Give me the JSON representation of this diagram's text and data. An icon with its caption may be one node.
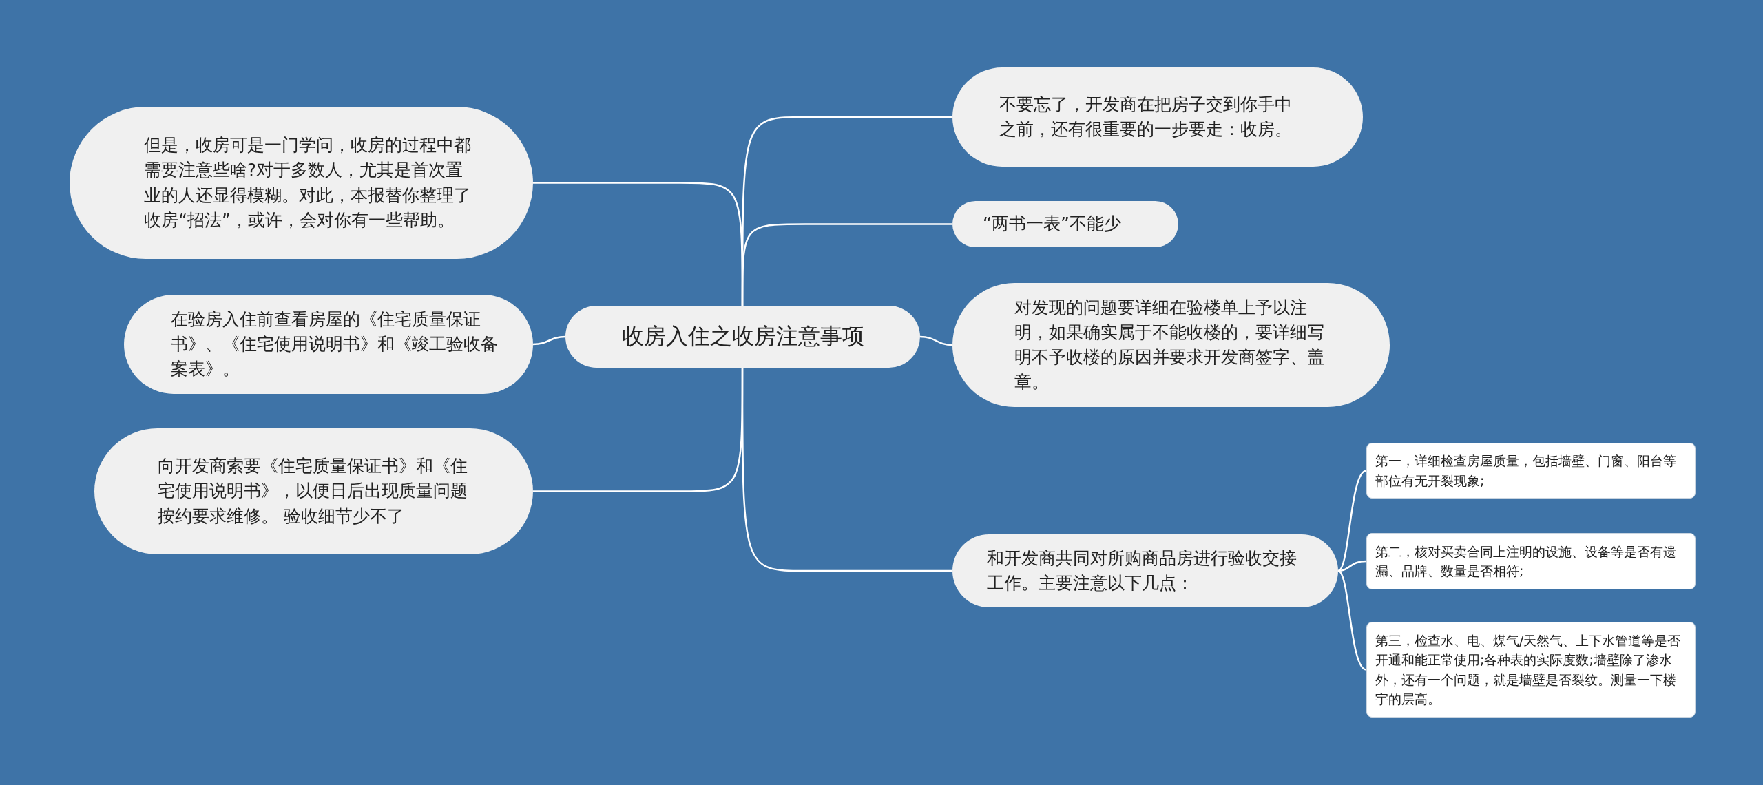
{
  "diagram": {
    "nodes": [
      {
        "text": [
          "收房入住之收房注意事项"
        ]
      },
      {
        "text": [
          "但是，收房可是一门学问，收房的过程中都需要注意些啥?对于多数人，尤其是首次置业的人还显得模糊。对此，本报替你整理了收房“招法”，或许，会对你有一些帮助。"
        ]
      },
      {
        "text": [
          "在验房入住前查看房屋的《住宅质量保证书》、《住宅使用说明书》和《竣工验收备案表》。"
        ]
      },
      {
        "text": [
          "向开发商索要《住宅质量保证书》和《住宅使用说明书》，以便日后出现质量问题按约要求维修。 验收细节少不了"
        ]
      },
      {
        "text": [
          "不要忘了，开发商在把房子交到你手中之前，还有很重要的一步要走：收房。"
        ]
      },
      {
        "text": [
          "“两书一表”不能少"
        ]
      },
      {
        "text": [
          "对发现的问题要详细在验楼单上予以注明，如果确实属于不能收楼的，要详细写明不予收楼的原因并要求开发商签字、盖章。"
        ]
      },
      {
        "text": [
          "和开发商共同对所购商品房进行验收交接工作。主要注意以下几点："
        ]
      },
      {
        "text": [
          "第一，详细检查房屋质量，包括墙壁、门窗、阳台等部位有无开裂现象;"
        ]
      },
      {
        "text": [
          "第二，核对买卖合同上注明的设施、设备等是否有遗漏、品牌、数量是否相符;"
        ]
      },
      {
        "text": [
          "第三，检查水、电、煤气/天然气、上下水管道等是否开通和能正常使用;各种表的实际度数;墙壁除了渗水外，还有一个问题，就是墙壁是否裂纹。测量一下楼宇的层高。"
        ]
      }
    ],
    "edges": [
      {
        "from": 0,
        "to": 1,
        "arrow": "none"
      },
      {
        "from": 0,
        "to": 2,
        "arrow": "none"
      },
      {
        "from": 0,
        "to": 3,
        "arrow": "none"
      },
      {
        "from": 0,
        "to": 4,
        "arrow": "none"
      },
      {
        "from": 0,
        "to": 5,
        "arrow": "none"
      },
      {
        "from": 0,
        "to": 6,
        "arrow": "none"
      },
      {
        "from": 0,
        "to": 7,
        "arrow": "none"
      },
      {
        "from": 7,
        "to": 8,
        "arrow": "none"
      },
      {
        "from": 7,
        "to": 9,
        "arrow": "none"
      },
      {
        "from": 7,
        "to": 10,
        "arrow": "none"
      }
    ]
  }
}
